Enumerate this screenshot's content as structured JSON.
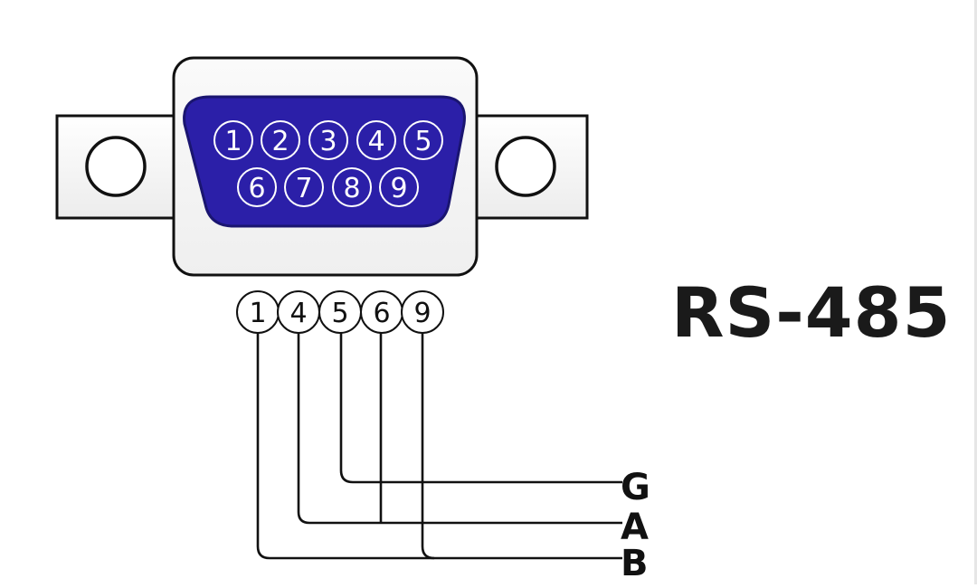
{
  "title": "RS-485",
  "connector": {
    "top_row_pins": [
      "1",
      "2",
      "3",
      "4",
      "5"
    ],
    "bottom_row_pins": [
      "6",
      "7",
      "8",
      "9"
    ],
    "shell_color": "#2b1fa8",
    "shell_edge_color": "#1a1570"
  },
  "wired_pins": [
    "1",
    "4",
    "5",
    "6",
    "9"
  ],
  "signals": {
    "g": "G",
    "a": "A",
    "b": "B"
  }
}
